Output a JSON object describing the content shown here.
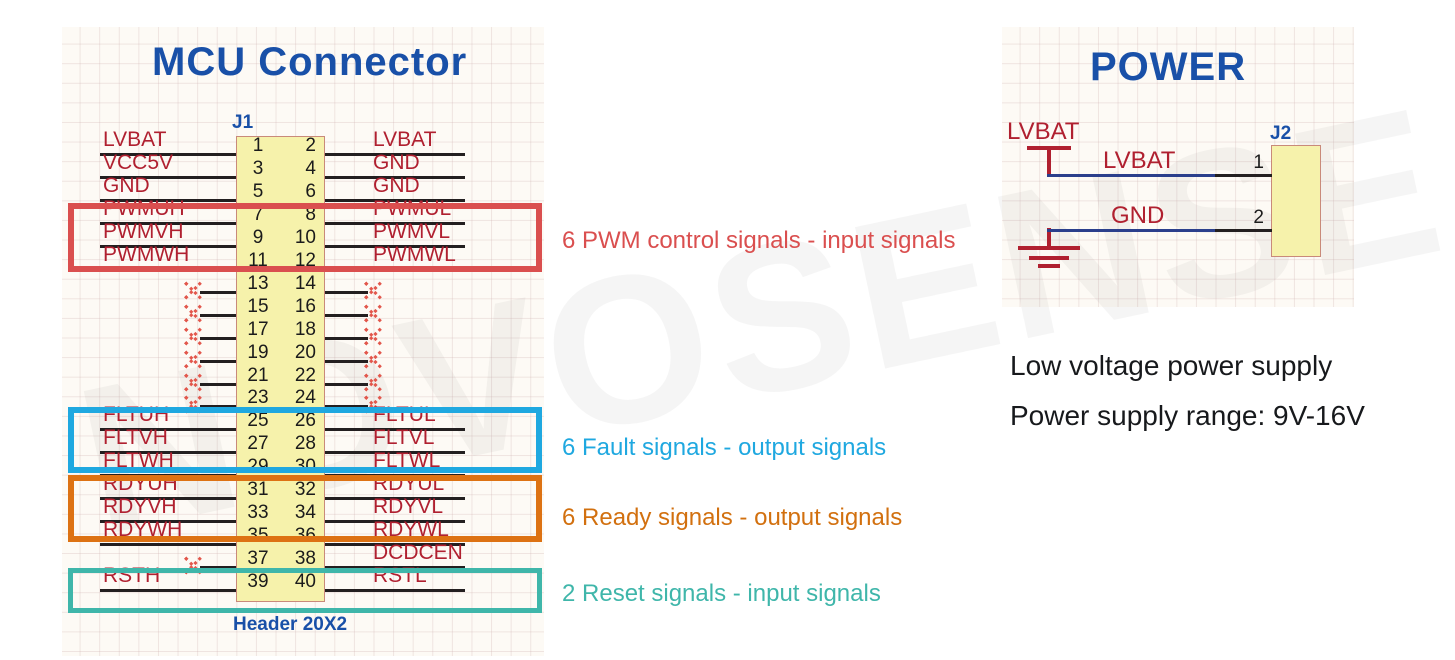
{
  "watermark": "NOVOSENSE",
  "mcu_section": {
    "title": "MCU  Connector",
    "ref_des": "J1",
    "part_name": "Header 20X2",
    "rows": [
      {
        "odd": "1",
        "even": "2",
        "left": "LVBAT",
        "right": "LVBAT",
        "left_nc": false,
        "right_nc": false
      },
      {
        "odd": "3",
        "even": "4",
        "left": "VCC5V",
        "right": "GND",
        "left_nc": false,
        "right_nc": false
      },
      {
        "odd": "5",
        "even": "6",
        "left": "GND",
        "right": "GND",
        "left_nc": false,
        "right_nc": false
      },
      {
        "odd": "7",
        "even": "8",
        "left": "PWMUH",
        "right": "PWMUL",
        "left_nc": false,
        "right_nc": false
      },
      {
        "odd": "9",
        "even": "10",
        "left": "PWMVH",
        "right": "PWMVL",
        "left_nc": false,
        "right_nc": false
      },
      {
        "odd": "11",
        "even": "12",
        "left": "PWMWH",
        "right": "PWMWL",
        "left_nc": false,
        "right_nc": false
      },
      {
        "odd": "13",
        "even": "14",
        "left": "",
        "right": "",
        "left_nc": true,
        "right_nc": true
      },
      {
        "odd": "15",
        "even": "16",
        "left": "",
        "right": "",
        "left_nc": true,
        "right_nc": true
      },
      {
        "odd": "17",
        "even": "18",
        "left": "",
        "right": "",
        "left_nc": true,
        "right_nc": true
      },
      {
        "odd": "19",
        "even": "20",
        "left": "",
        "right": "",
        "left_nc": true,
        "right_nc": true
      },
      {
        "odd": "21",
        "even": "22",
        "left": "",
        "right": "",
        "left_nc": true,
        "right_nc": true
      },
      {
        "odd": "23",
        "even": "24",
        "left": "",
        "right": "",
        "left_nc": true,
        "right_nc": true
      },
      {
        "odd": "25",
        "even": "26",
        "left": "FLTUH",
        "right": "FLTUL",
        "left_nc": false,
        "right_nc": false
      },
      {
        "odd": "27",
        "even": "28",
        "left": "FLTVH",
        "right": "FLTVL",
        "left_nc": false,
        "right_nc": false
      },
      {
        "odd": "29",
        "even": "30",
        "left": "FLTWH",
        "right": "FLTWL",
        "left_nc": false,
        "right_nc": false
      },
      {
        "odd": "31",
        "even": "32",
        "left": "RDYUH",
        "right": "RDYUL",
        "left_nc": false,
        "right_nc": false
      },
      {
        "odd": "33",
        "even": "34",
        "left": "RDYVH",
        "right": "RDYVL",
        "left_nc": false,
        "right_nc": false
      },
      {
        "odd": "35",
        "even": "36",
        "left": "RDYWH",
        "right": "RDYWL",
        "left_nc": false,
        "right_nc": false
      },
      {
        "odd": "37",
        "even": "38",
        "left": "",
        "right": "DCDCEN",
        "left_nc": true,
        "right_nc": false
      },
      {
        "odd": "39",
        "even": "40",
        "left": "RSTH",
        "right": "RSTL",
        "left_nc": false,
        "right_nc": false
      }
    ],
    "annotations": [
      {
        "id": "pwm",
        "text": "6 PWM control signals - input signals",
        "color": "#da4f4f"
      },
      {
        "id": "flt",
        "text": "6 Fault signals - output signals",
        "color": "#1fa8e0"
      },
      {
        "id": "rdy",
        "text": "6 Ready signals - output signals",
        "color": "#d2700f"
      },
      {
        "id": "rst",
        "text": "2 Reset signals - input signals",
        "color": "#3fb6aa"
      }
    ]
  },
  "power_section": {
    "title": "POWER",
    "ref_des": "J2",
    "supply_symbol_label": "LVBAT",
    "rows": [
      {
        "pin": "1",
        "net": "LVBAT"
      },
      {
        "pin": "2",
        "net": "GND"
      }
    ],
    "description_line_1": "Low voltage power supply",
    "description_line_2": "Power supply range: 9V-16V"
  },
  "colors": {
    "title_blue": "#1950a8",
    "net_red": "#b02030",
    "connector_fill": "#f6f2ab",
    "connector_border": "#c98a7a",
    "wire_black": "#231f20",
    "wire_blue": "#2b3f8c",
    "box_pwm": "#da4f4f",
    "box_fault": "#1fa8e0",
    "box_ready": "#dd7213",
    "box_reset": "#3fb6aa",
    "nc_mark": "#e2574c",
    "grid_bg": "#fdfaf5"
  }
}
